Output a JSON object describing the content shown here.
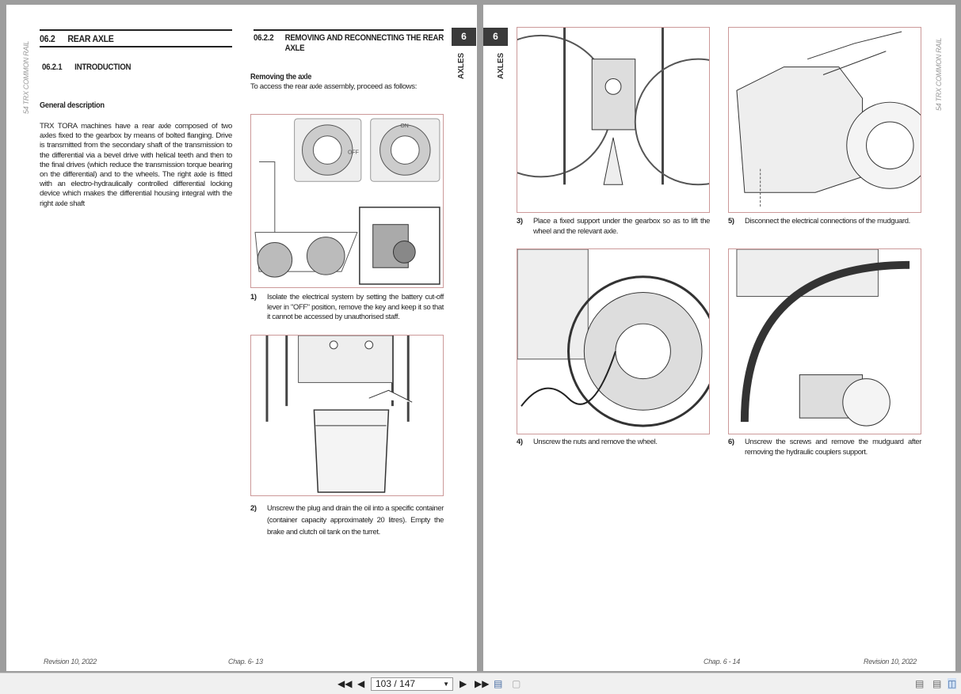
{
  "left_page": {
    "side_label": "54 TRX COMMON RAIL",
    "section": {
      "number": "06.2",
      "title": "REAR AXLE"
    },
    "subsection": {
      "number": "06.2.1",
      "title": "INTRODUCTION"
    },
    "general_heading": "General description",
    "general_text": "TRX TORA machines have a rear axle composed of two axles fixed to the gearbox by means of bolted flanging. Drive is transmitted from the secondary shaft of the transmission to the differential via a bevel drive with helical teeth and then to the final drives (which reduce the transmission torque bearing on the differential) and to the wheels. The right axle is fitted with an electro-hydraulically controlled differential locking device which makes the differential housing integral with the right axle shaft",
    "subsection2": {
      "number": "06.2.2",
      "title": "REMOVING AND RECONNECTING THE REAR AXLE"
    },
    "removing_heading": "Removing the axle",
    "removing_text": "To access the rear axle assembly, proceed as follows:",
    "figure1_labels": {
      "on": "ON",
      "off": "OFF"
    },
    "steps": [
      {
        "num": "1)",
        "text": "Isolate the electrical system by setting the battery cut-off lever in \"OFF\" position, remove the key and keep it so that it cannot be accessed by unauthorised staff."
      },
      {
        "num": "2)",
        "text": "Unscrew the plug and drain the oil into a specific container (container capacity approximately 20 litres). Empty the brake and clutch oil tank on the turret."
      }
    ],
    "tab": {
      "number": "6",
      "label": "AXLES"
    },
    "footer_revision": "Revision 10, 2022",
    "footer_chap": "Chap. 6- 13"
  },
  "right_page": {
    "side_label": "54 TRX COMMON RAIL",
    "tab": {
      "number": "6",
      "label": "AXLES"
    },
    "steps": [
      {
        "num": "3)",
        "text": "Place a fixed support under the gearbox so as to lift the wheel and the relevant axle."
      },
      {
        "num": "5)",
        "text": "Disconnect the electrical connections of the mudguard."
      },
      {
        "num": "4)",
        "text": "Unscrew the nuts and remove the wheel."
      },
      {
        "num": "6)",
        "text": "Unscrew the screws and remove the mudguard after removing the hydraulic couplers support."
      }
    ],
    "footer_chap": "Chap. 6 - 14",
    "footer_revision": "Revision 10, 2022"
  },
  "toolbar": {
    "page_field": "103 / 147",
    "icons": [
      "first-page-icon",
      "previous-page-icon",
      "next-page-icon",
      "last-page-icon",
      "fit-page-icon",
      "fit-width-icon",
      "single-page-icon",
      "continuous-page-icon",
      "two-page-icon"
    ]
  }
}
